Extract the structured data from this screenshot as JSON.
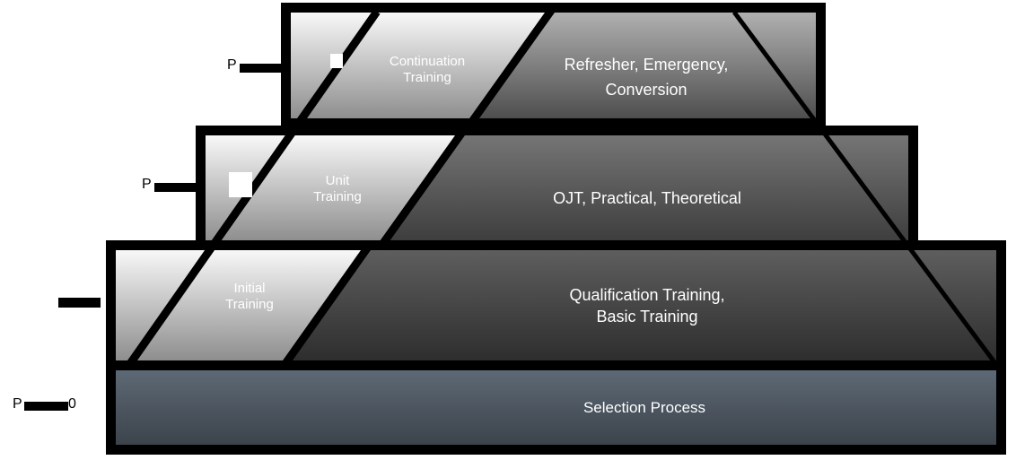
{
  "pyramid": {
    "tiers": [
      {
        "name": "continuation-training",
        "label_lines": [
          "Continuation",
          "Training"
        ],
        "desc_lines": [
          "Refresher, Emergency,",
          "Conversion"
        ]
      },
      {
        "name": "unit-training",
        "label_lines": [
          "Unit",
          "Training"
        ],
        "desc_lines": [
          "OJT, Practical, Theoretical"
        ]
      },
      {
        "name": "initial-training",
        "label_lines": [
          "Initial",
          "Training"
        ],
        "desc_lines": [
          "Qualification Training,",
          "Basic Training"
        ]
      }
    ],
    "base_label": "Selection Process",
    "phase_labels": [
      {
        "prefix": "P",
        "suffix": ""
      },
      {
        "prefix": "P",
        "suffix": ""
      },
      {
        "prefix": "",
        "suffix": ""
      },
      {
        "prefix": "P",
        "suffix": "0"
      }
    ],
    "colors": {
      "outline": "#000000",
      "text": "#ffffff",
      "light_top": "#f8f8f8",
      "light_bottom": "#8e8e8e",
      "dark1_top": "#b0b0b0",
      "dark1_bottom": "#4e4e4e",
      "dark2_top": "#757575",
      "dark2_bottom": "#3e3e3e",
      "dark3_top": "#5e5e5e",
      "dark3_bottom": "#2e2e2e",
      "base_top": "#5d6975",
      "base_bottom": "#3c434b"
    }
  }
}
